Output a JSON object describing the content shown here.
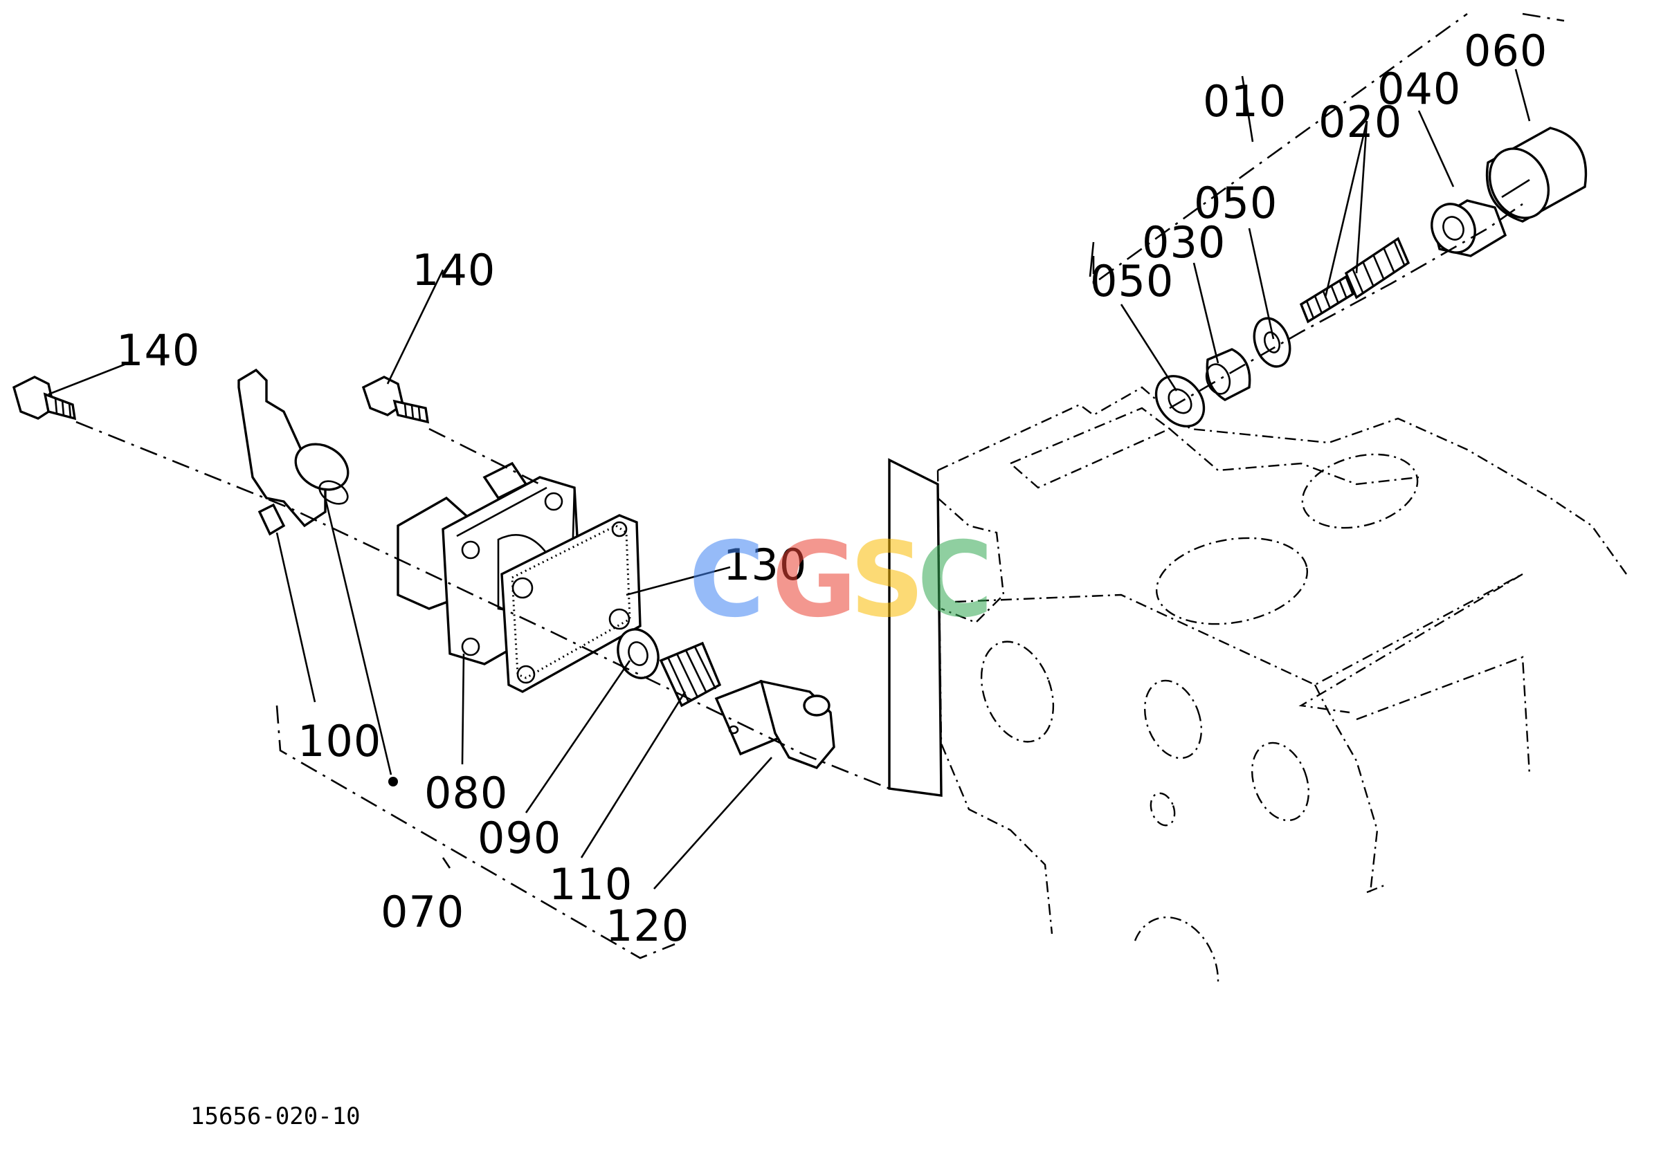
{
  "figure_code": "15656-020-10",
  "watermark": {
    "letters": [
      "C",
      "G",
      "S",
      "C"
    ],
    "colors": [
      "#4285f4",
      "#ea4335",
      "#fbbc05",
      "#34a853"
    ]
  },
  "part_labels": {
    "p010": "010",
    "p020": "020",
    "p030": "030",
    "p040": "040",
    "p050a": "050",
    "p050b": "050",
    "p060": "060",
    "p070": "070",
    "p080": "080",
    "p090": "090",
    "p100": "100",
    "p110": "110",
    "p120": "120",
    "p130": "130",
    "p140a": "140",
    "p140b": "140"
  }
}
